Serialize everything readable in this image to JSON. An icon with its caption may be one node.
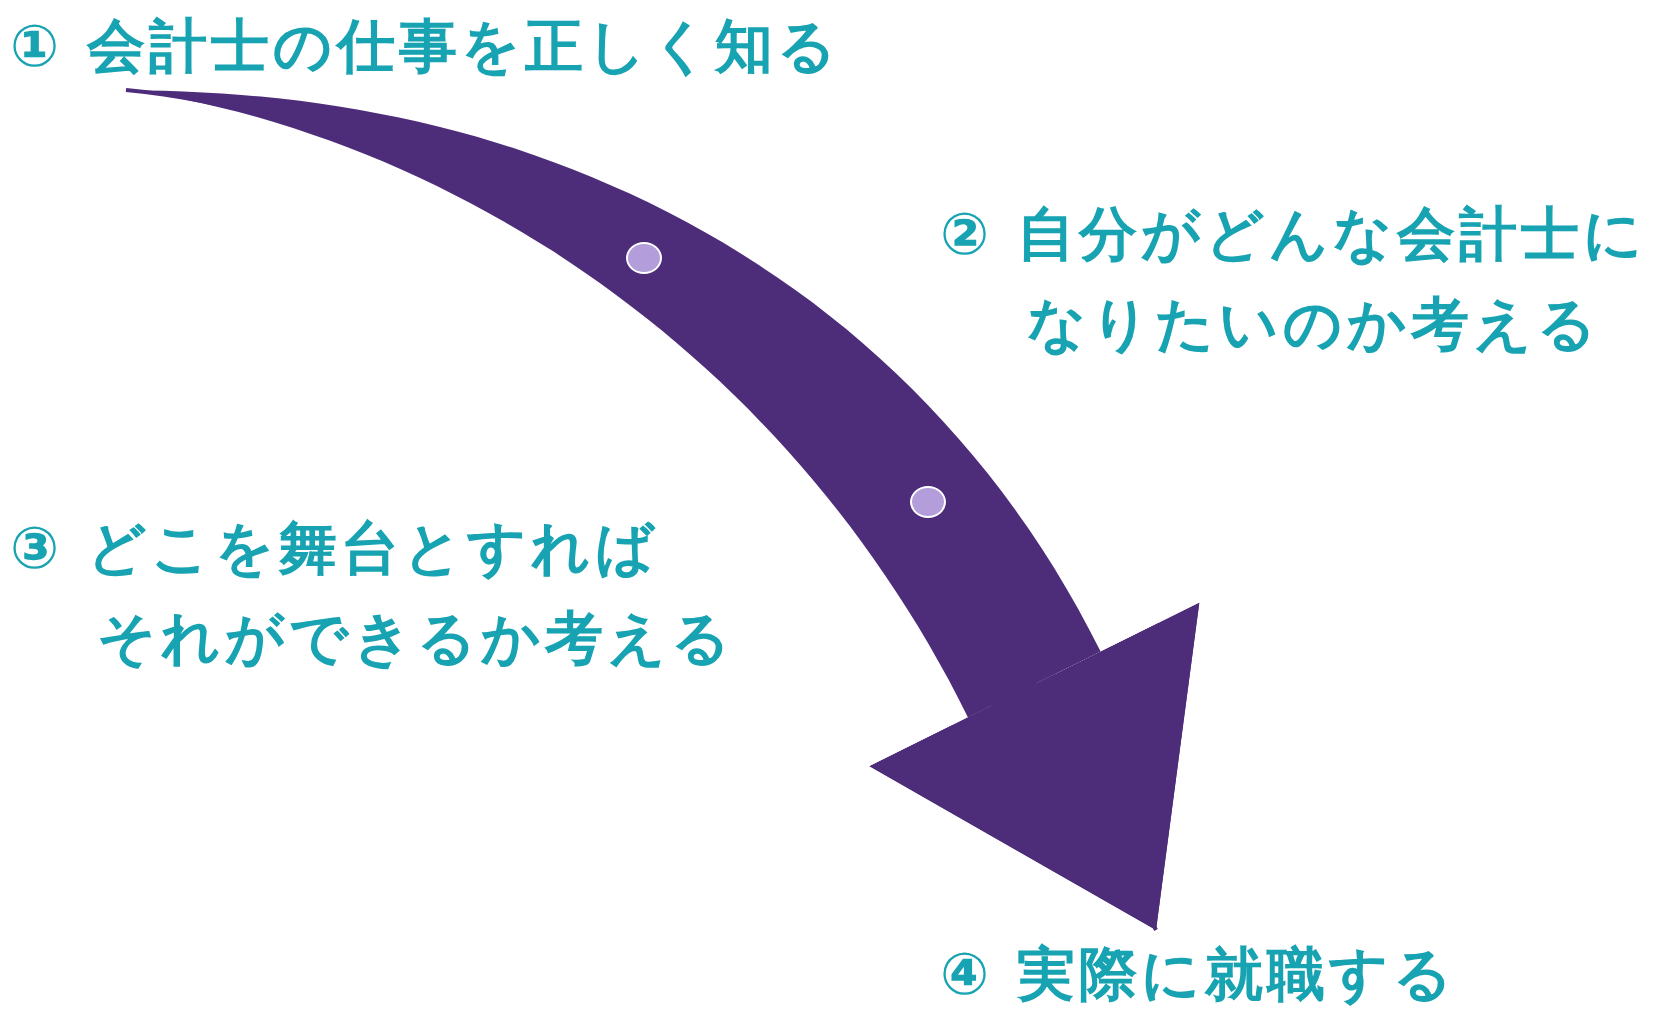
{
  "diagram": {
    "nodes": [
      {
        "text": [
          "① 会計士の仕事を正しく知る"
        ]
      },
      {
        "text": [],
        "shape": "circle"
      },
      {
        "text": [
          "② 自分がどんな会計士になりたいのか考える"
        ]
      },
      {
        "text": [],
        "shape": "circle"
      },
      {
        "text": [
          "③ どこを舞台とすればそれができるか考える"
        ]
      },
      {
        "text": [
          "④ 実際に就職する"
        ]
      }
    ],
    "edges": [
      {
        "from": 0,
        "to": 5,
        "arrow": "to"
      }
    ]
  }
}
